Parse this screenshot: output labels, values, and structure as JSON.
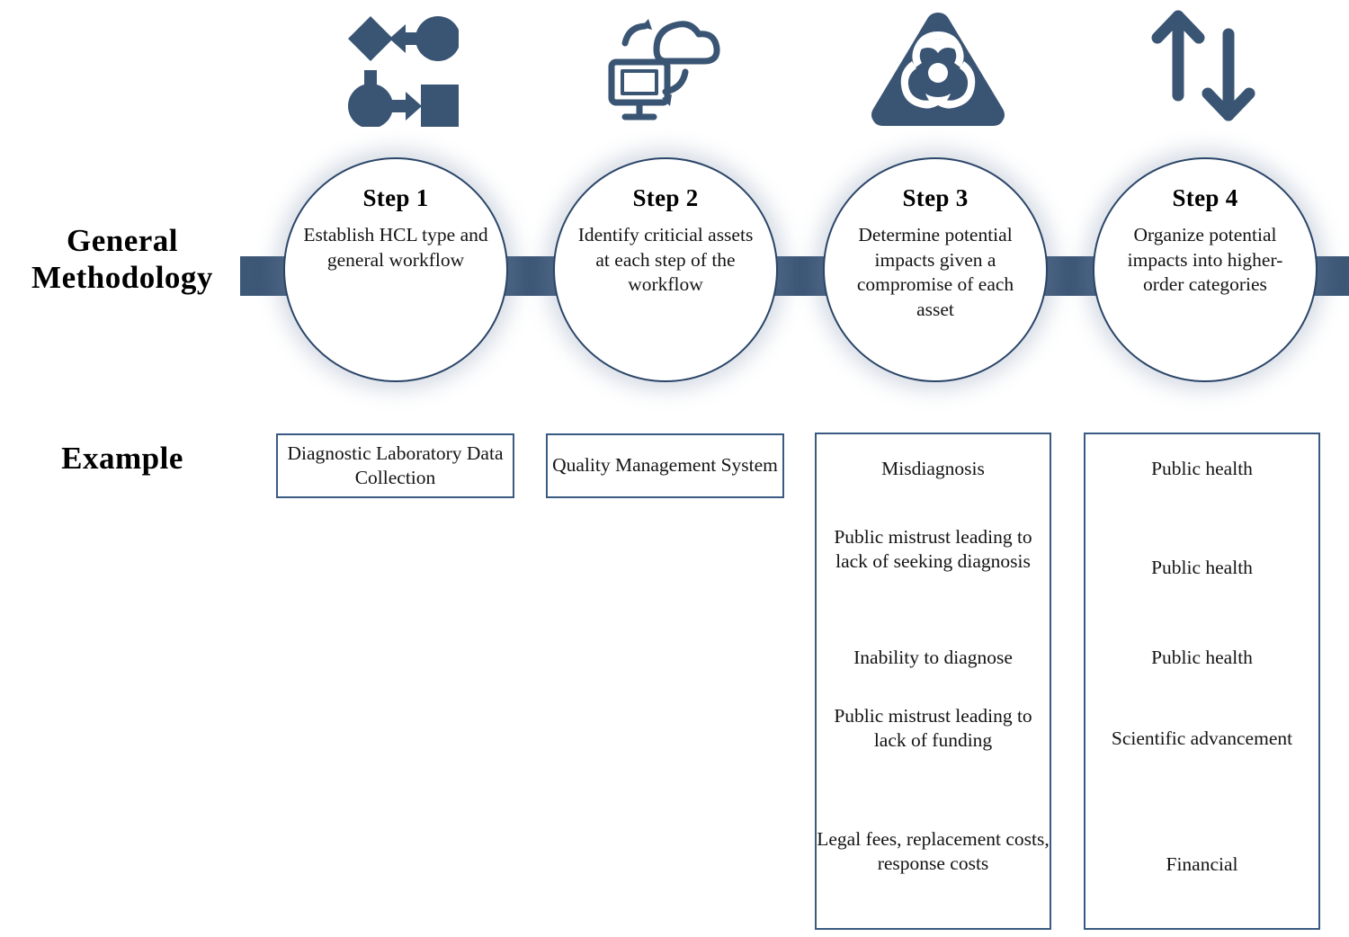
{
  "rows": {
    "methodology_label": "General\nMethodology",
    "example_label": "Example"
  },
  "colors": {
    "accent_bar": "#3d5777",
    "circle_outline": "#2b4568",
    "box_outline": "#3a5a82",
    "icon_fill": "#3a5573",
    "text": "#141414"
  },
  "steps": [
    {
      "title": "Step 1",
      "description": "Establish HCL type and general workflow",
      "icon": "workflow-diagram-icon"
    },
    {
      "title": "Step 2",
      "description": "Identify criticial assets at each step of the workflow",
      "icon": "cloud-sync-computer-icon"
    },
    {
      "title": "Step 3",
      "description": "Determine potential impacts given a compromise of each asset",
      "icon": "biohazard-warning-icon"
    },
    {
      "title": "Step 4",
      "description": "Organize potential impacts into higher-order categories",
      "icon": "up-down-arrows-icon"
    }
  ],
  "examples": [
    {
      "type": "single",
      "items": [
        "Diagnostic Laboratory Data Collection"
      ]
    },
    {
      "type": "single",
      "items": [
        "Quality Management System"
      ]
    },
    {
      "type": "list",
      "items": [
        "Misdiagnosis",
        "Public mistrust leading to lack of seeking diagnosis",
        "Inability to diagnose",
        "Public mistrust leading to lack of funding",
        "Legal fees, replacement costs, response costs"
      ]
    },
    {
      "type": "list",
      "items": [
        "Public health",
        "Public health",
        "Public health",
        "Scientific advancement",
        "Financial"
      ]
    }
  ]
}
